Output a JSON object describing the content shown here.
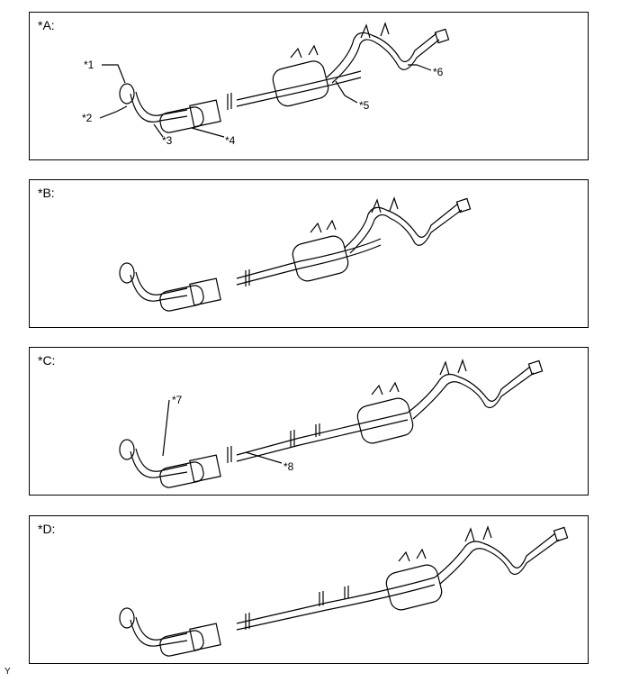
{
  "panels": [
    {
      "label": "*A:",
      "callouts": [
        "*1",
        "*2",
        "*3",
        "*4",
        "*5",
        "*6"
      ]
    },
    {
      "label": "*B:",
      "callouts": []
    },
    {
      "label": "*C:",
      "callouts": [
        "*7",
        "*8"
      ]
    },
    {
      "label": "*D:",
      "callouts": []
    }
  ],
  "figure_code": "Y"
}
